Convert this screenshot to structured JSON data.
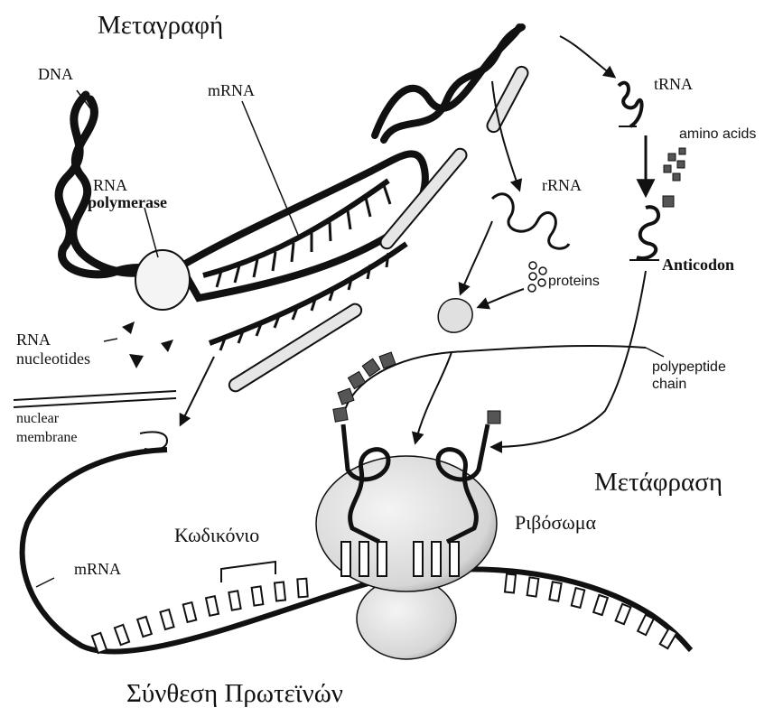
{
  "labels": {
    "transcription": "Μεταγραφή",
    "dna": "DNA",
    "mrna_top": "mRNA",
    "rna_polymerase_1": "RNA",
    "rna_polymerase_2": "polymerase",
    "rna_nucleotides_1": "RNA",
    "rna_nucleotides_2": "nucleotides",
    "nuclear_membrane_1": "nuclear",
    "nuclear_membrane_2": "membrane",
    "trna": "tRNA",
    "amino_acids": "amino acids",
    "rrna": "rRNA",
    "proteins": "proteins",
    "anticodon": "Anticodon",
    "polypeptide_1": "polypeptide",
    "polypeptide_2": "chain",
    "translation": "Μετάφραση",
    "ribosome": "Ριβόσωμα",
    "codon": "Κωδικόνιο",
    "mrna_bottom": "mRNA",
    "protein_synthesis": "Σύνθεση Πρωτεϊνών"
  },
  "colors": {
    "ink": "#111111",
    "strand_fill": "#e6e6e6",
    "ribosome_fill": "#dddddd",
    "amino_square": "#555555",
    "background": "#ffffff"
  }
}
